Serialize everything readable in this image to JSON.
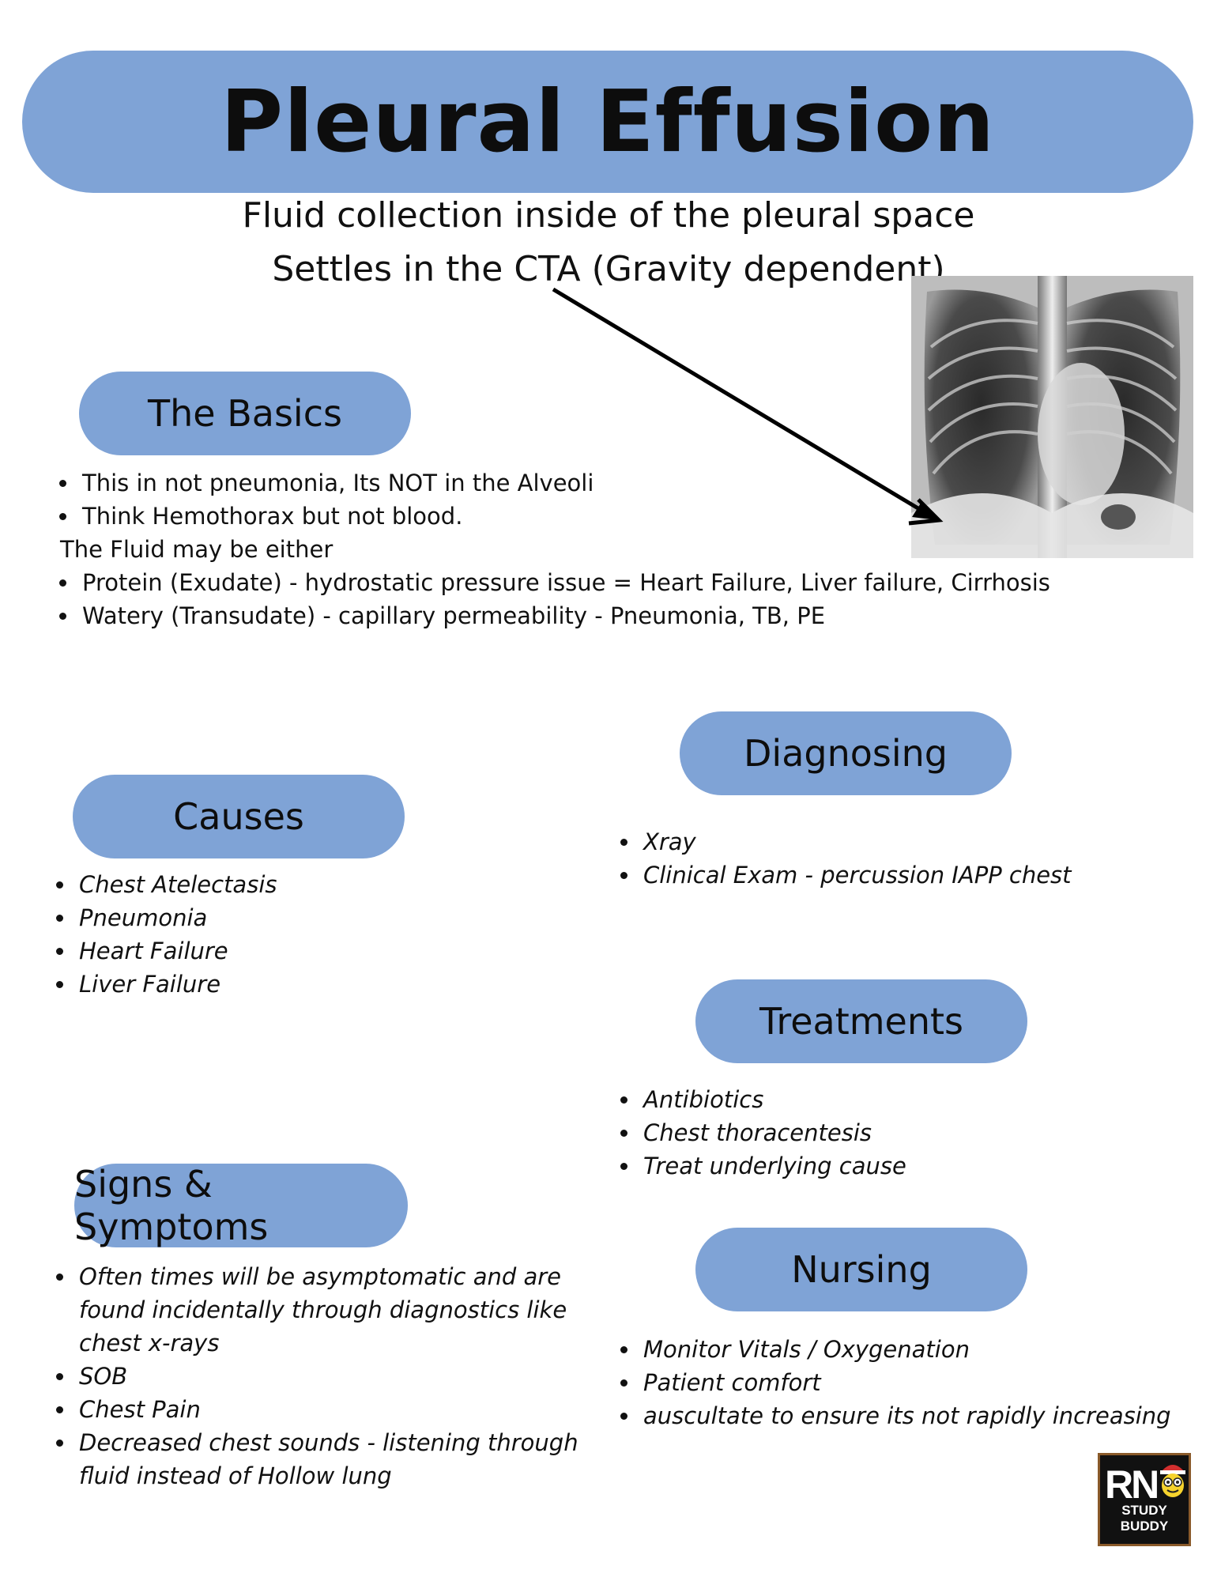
{
  "title": "Pleural Effusion",
  "subtitle": {
    "line1": "Fluid collection inside of the pleural space",
    "line2": "Settles in the CTA (Gravity dependent)"
  },
  "colors": {
    "pill": "#7fa3d6",
    "text": "#111111"
  },
  "basics": {
    "heading": "The Basics",
    "bullets": [
      "This in not pneumonia, Its NOT in the Alveoli",
      "Think Hemothorax but not blood."
    ],
    "note": "The Fluid may be either",
    "types": [
      "Protein (Exudate) - hydrostatic pressure issue = Heart Failure, Liver failure, Cirrhosis",
      "Watery (Transudate) - capillary permeability - Pneumonia, TB, PE"
    ]
  },
  "causes": {
    "heading": "Causes",
    "items": [
      "Chest Atelectasis",
      "Pneumonia",
      "Heart Failure",
      "Liver Failure"
    ]
  },
  "diagnosing": {
    "heading": "Diagnosing",
    "items": [
      "Xray",
      "Clinical Exam - percussion IAPP chest"
    ]
  },
  "treatments": {
    "heading": "Treatments",
    "items": [
      "Antibiotics",
      "Chest thoracentesis",
      "Treat underlying cause"
    ]
  },
  "signs": {
    "heading": "Signs & Symptoms",
    "items": [
      "Often times will be asymptomatic and are found incidentally through diagnostics like chest x-rays",
      "SOB",
      "Chest Pain",
      "Decreased chest sounds - listening through fluid instead of Hollow lung"
    ]
  },
  "nursing": {
    "heading": "Nursing",
    "items": [
      "Monitor Vitals / Oxygenation",
      "Patient comfort",
      "auscultate to ensure its not rapidly increasing"
    ]
  },
  "images": {
    "xray_icon": "chest-xray-image",
    "logo_icon": "rn-study-buddy-logo"
  },
  "logo": {
    "main": "RN",
    "sub": "STUDY BUDDY"
  }
}
